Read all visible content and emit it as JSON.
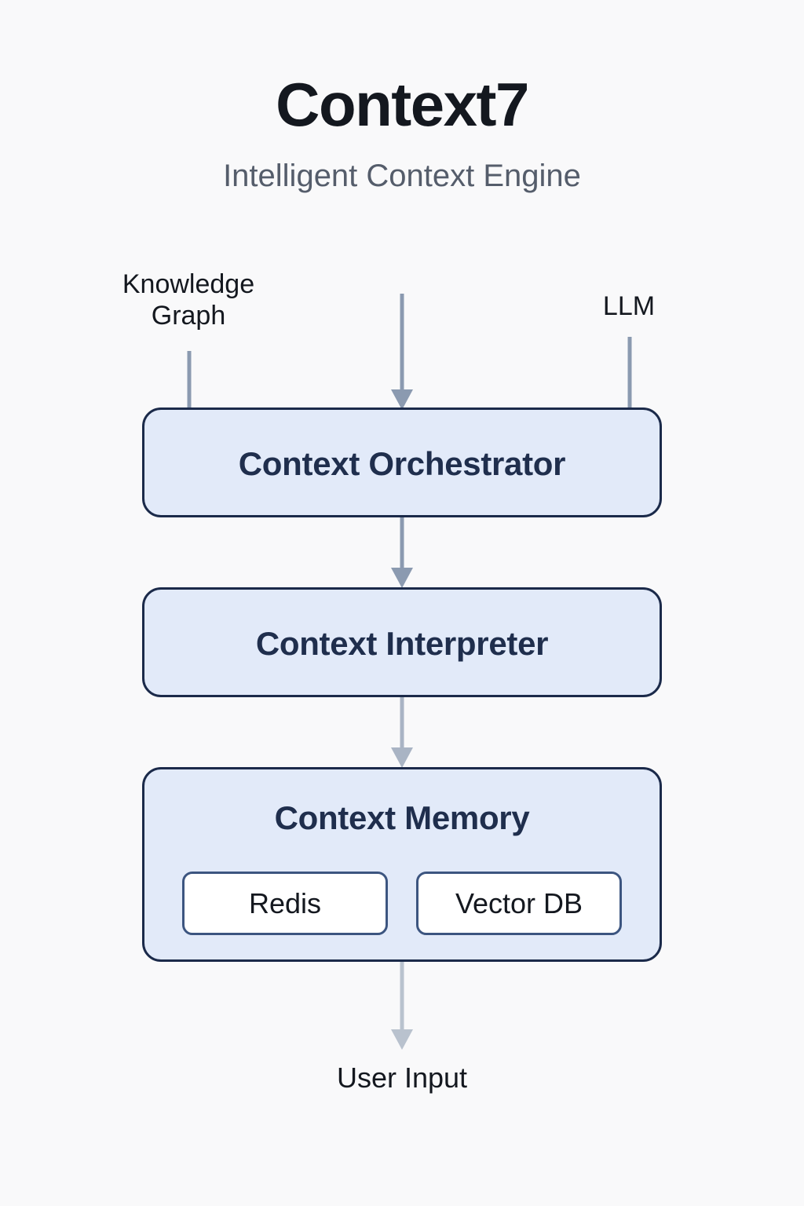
{
  "header": {
    "title": "Context7",
    "subtitle": "Intelligent Context Engine"
  },
  "colors": {
    "background": "#f9f9fa",
    "node_fill": "#e2eaf9",
    "node_border": "#1b2a4a",
    "node_text": "#1f2e4d",
    "sub_node_fill": "#ffffff",
    "sub_node_border": "#3c5580",
    "arrow_dark": "#8b9ab0",
    "arrow_light": "#b9c2ce",
    "title_text": "#14181f",
    "subtitle_text": "#555d6b"
  },
  "diagram": {
    "inputs": [
      {
        "id": "knowledge-graph",
        "label": "Knowledge\nGraph",
        "connector": "line"
      },
      {
        "id": "top-center",
        "label": "",
        "connector": "arrow"
      },
      {
        "id": "llm",
        "label": "LLM",
        "connector": "line"
      }
    ],
    "nodes": [
      {
        "id": "orchestrator",
        "label": "Context Orchestrator"
      },
      {
        "id": "interpreter",
        "label": "Context Interpreter"
      },
      {
        "id": "memory",
        "label": "Context Memory",
        "children": [
          {
            "id": "redis",
            "label": "Redis"
          },
          {
            "id": "vector-db",
            "label": "Vector DB"
          }
        ]
      }
    ],
    "output": {
      "id": "user-input",
      "label": "User Input",
      "connector": "arrow"
    }
  }
}
